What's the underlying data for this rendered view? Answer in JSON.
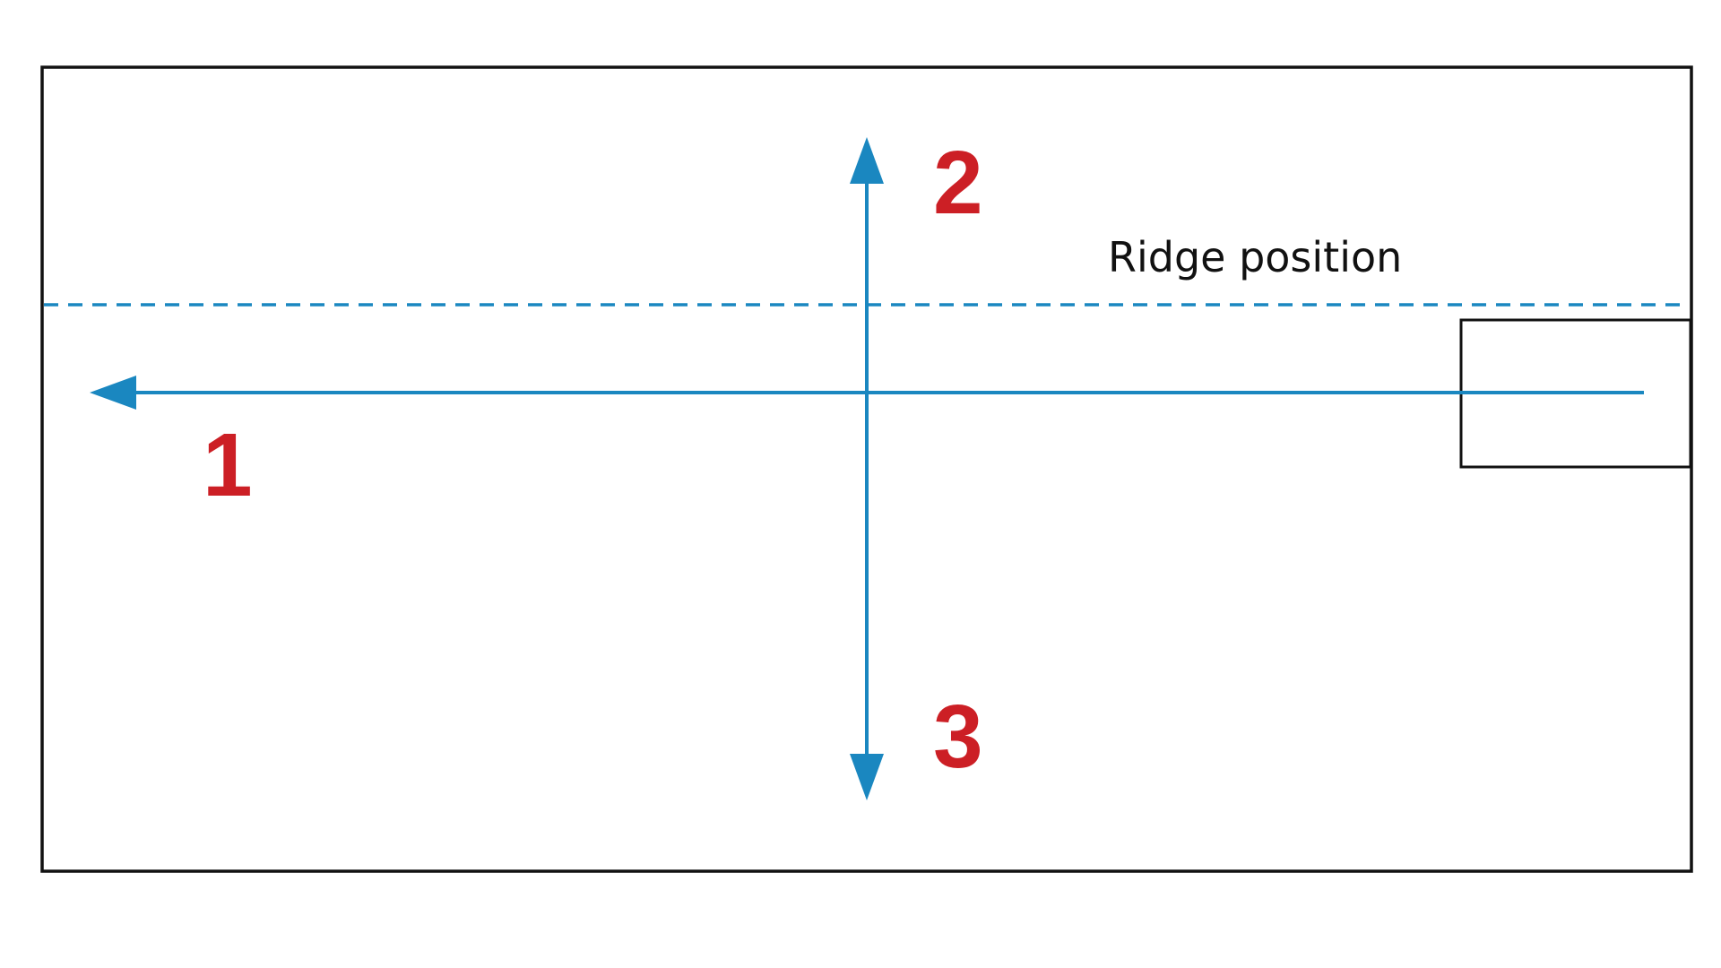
{
  "diagram": {
    "ridge_label": "Ridge position",
    "directions": [
      {
        "number": "1",
        "heading": "left"
      },
      {
        "number": "2",
        "heading": "up"
      },
      {
        "number": "3",
        "heading": "down"
      }
    ]
  },
  "colors": {
    "arrow": "#1a87c0",
    "number": "#cc1f25",
    "outline": "#111111",
    "background": "#ffffff"
  }
}
